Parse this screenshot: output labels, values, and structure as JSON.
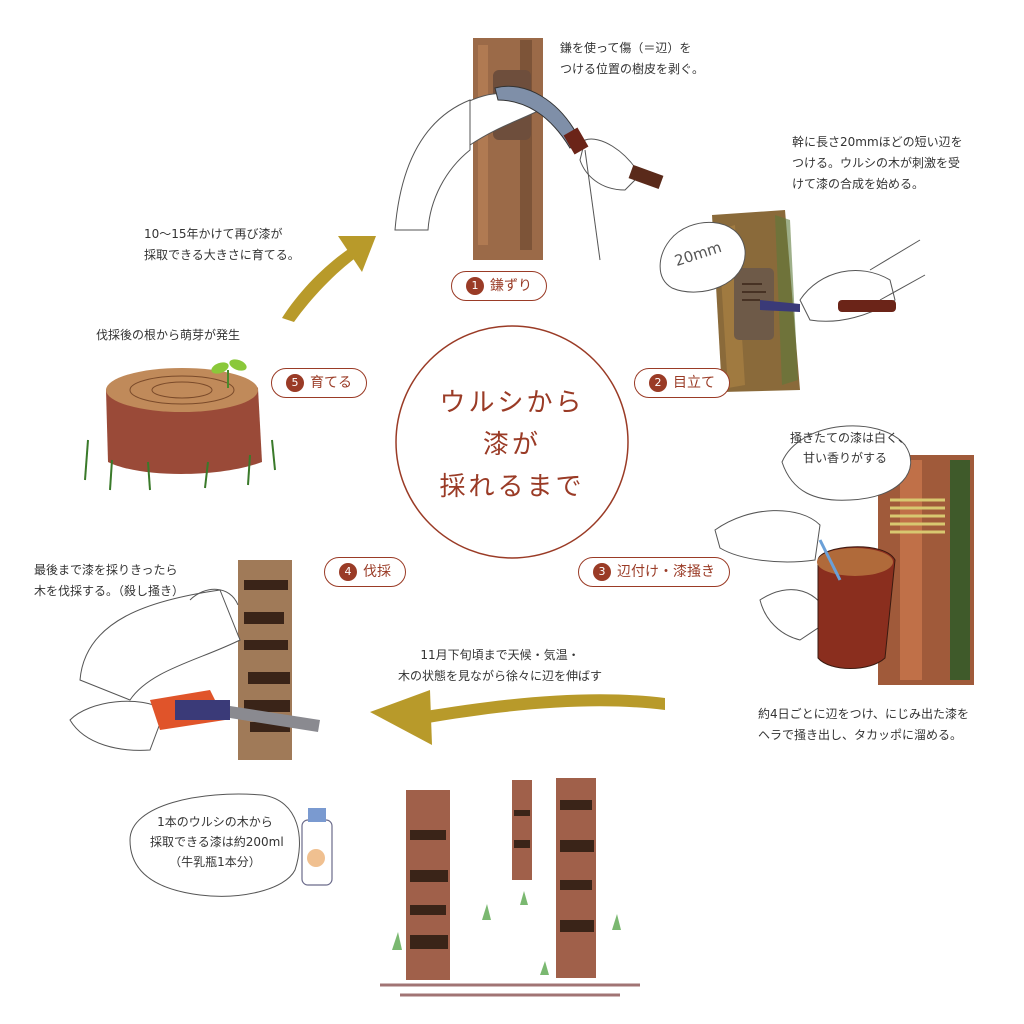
{
  "center": {
    "line1": "ウルシから",
    "line2": "漆が",
    "line3": "採れるまで"
  },
  "steps": [
    {
      "num": "1",
      "label": "鎌ずり"
    },
    {
      "num": "2",
      "label": "目立て"
    },
    {
      "num": "3",
      "label": "辺付け・漆掻き"
    },
    {
      "num": "4",
      "label": "伐採"
    },
    {
      "num": "5",
      "label": "育てる"
    }
  ],
  "notes": {
    "step1_line1": "鎌を使って傷（＝辺）を",
    "step1_line2": "つける位置の樹皮を剥ぐ。",
    "step2_line1": "幹に長さ20mmほどの短い辺を",
    "step2_line2": "つける。ウルシの木が刺激を受",
    "step2_line3": "けて漆の合成を始める。",
    "step2_mark": "20mm",
    "step3_bubble_line1": "掻きたての漆は白く、",
    "step3_bubble_line2": "甘い香りがする",
    "step3_line1": "約4日ごとに辺をつけ、にじみ出た漆を",
    "step3_line2": "ヘラで掻き出し、タカッポに溜める。",
    "season_line1": "11月下旬頃まで天候・気温・",
    "season_line2": "木の状態を見ながら徐々に辺を伸ばす",
    "step4_line1": "最後まで漆を採りきったら",
    "step4_line2": "木を伐採する。（殺し掻き）",
    "step4_bubble_line1": "1本のウルシの木から",
    "step4_bubble_line2": "採取できる漆は約200ml",
    "step4_bubble_line3": "（牛乳瓶1本分）",
    "step5_line1": "伐採後の根から萌芽が発生",
    "regrow_line1": "10〜15年かけて再び漆が",
    "regrow_line2": "採取できる大きさに育てる。"
  },
  "colors": {
    "accent": "#9a3b26",
    "arrow": "#b89a2a",
    "bark": "#8a5a3a",
    "dark_bark": "#3a2418"
  },
  "icons": [
    "sickle-icon",
    "chisel-icon",
    "bucket-icon",
    "chainsaw-icon",
    "sprout-icon",
    "milk-bottle-icon"
  ]
}
